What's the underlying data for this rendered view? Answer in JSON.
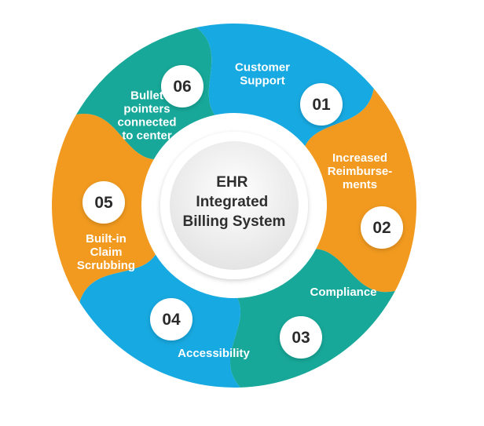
{
  "center": {
    "lines": [
      "EHR",
      "Integrated",
      "Billing System"
    ]
  },
  "segments": [
    {
      "number": "01",
      "lines": [
        "Customer",
        "Support"
      ],
      "color": "#17A9E1"
    },
    {
      "number": "02",
      "lines": [
        "Increased",
        "Reimburse-",
        "ments"
      ],
      "color": "#F29A1F"
    },
    {
      "number": "03",
      "lines": [
        "Compliance"
      ],
      "color": "#17A899"
    },
    {
      "number": "04",
      "lines": [
        "Accessibility"
      ],
      "color": "#17A9E1"
    },
    {
      "number": "05",
      "lines": [
        "Built-in",
        "Claim",
        "Scrubbing"
      ],
      "color": "#F29A1F"
    },
    {
      "number": "06",
      "lines": [
        "Bullet",
        "pointers",
        "connected",
        "to center"
      ],
      "color": "#17A899"
    }
  ]
}
